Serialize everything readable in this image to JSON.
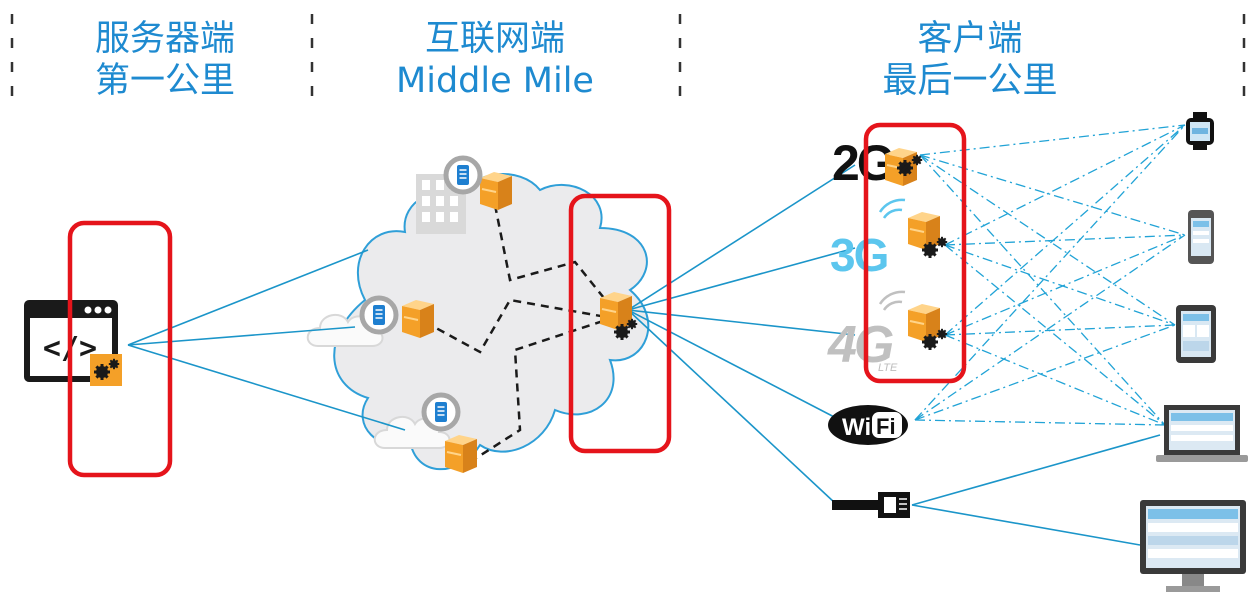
{
  "colors": {
    "heading": "#1e8ad0",
    "link_line": "#1b95c9",
    "highlight_box": "#e5141b",
    "cloud_fill": "#ebebed",
    "cloud_edge": "#2f9fd8",
    "node_orange": "#f4a028",
    "dashed_path": "#1a1a1a"
  },
  "sections": {
    "server": {
      "line1": "服务器端",
      "line2": "第一公里"
    },
    "internet": {
      "line1": "互联网端",
      "line2": "Middle Mile"
    },
    "client": {
      "line1": "客户端",
      "line2": "最后一公里"
    }
  },
  "networks": {
    "g2": "2G",
    "g3": "3G",
    "g4": "4G",
    "lte": "LTE",
    "wifi_left": "Wi",
    "wifi_right": "Fi"
  },
  "icons": {
    "origin": "code-window-icon",
    "edge": "cdn-node-gear-icon",
    "server": "server-badge-icon",
    "building": "building-icon",
    "cloud": "cloud-icon",
    "ethernet": "ethernet-cable-icon",
    "devices": [
      "smartwatch-icon",
      "smartphone-icon",
      "tablet-icon",
      "laptop-icon",
      "desktop-monitor-icon"
    ]
  },
  "code_symbol": "</>"
}
